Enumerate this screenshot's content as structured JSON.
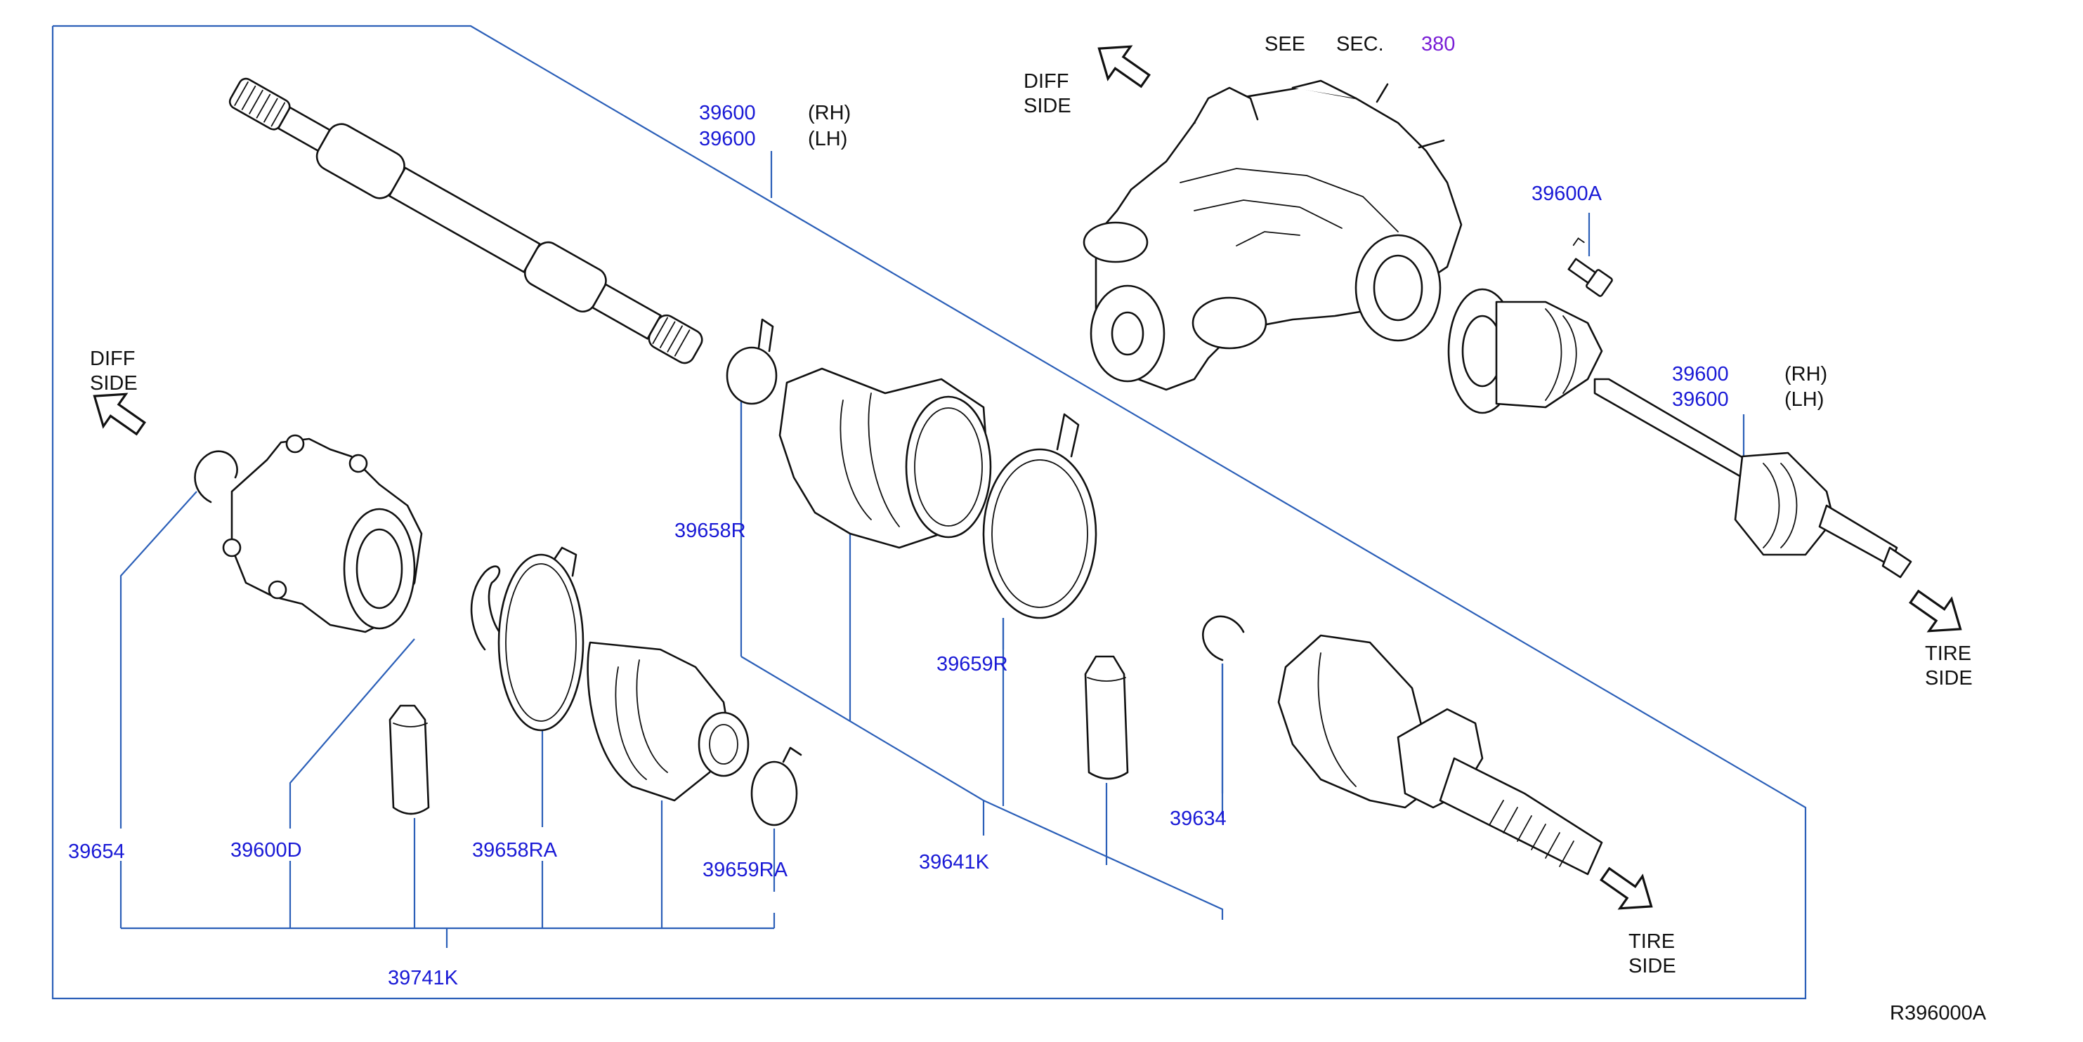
{
  "labels": {
    "see": "SEE",
    "sec": "SEC.",
    "sec_ref": "380",
    "diff_side_top_1": "DIFF",
    "diff_side_top_2": "SIDE",
    "diff_side_left_1": "DIFF",
    "diff_side_left_2": "SIDE",
    "tire_side_right_1": "TIRE",
    "tire_side_right_2": "SIDE",
    "tire_side_bottom_1": "TIRE",
    "tire_side_bottom_2": "SIDE",
    "rh_top": "(RH)",
    "lh_top": "(LH)",
    "rh_right": "(RH)",
    "lh_right": "(LH)",
    "diagram_code": "R396000A"
  },
  "part_numbers": {
    "shaft_rh_top": "39600",
    "shaft_lh_top": "39600",
    "shaft_rh_right": "39600",
    "shaft_lh_right": "39600",
    "bolt": "39600A",
    "band_outer_large": "39658R",
    "band_outer_small": "39659R",
    "outer_boot_kit": "39641K",
    "snap_ring": "39634",
    "circlip": "39654",
    "snap_ring_inner": "39600D",
    "band_inner_large": "39658RA",
    "band_inner_small": "39659RA",
    "inner_boot_kit": "39741K"
  },
  "colors": {
    "part_number": "#1a1ad6",
    "leader_line": "#2b5fb8",
    "section_ref": "#7a1fd6"
  }
}
